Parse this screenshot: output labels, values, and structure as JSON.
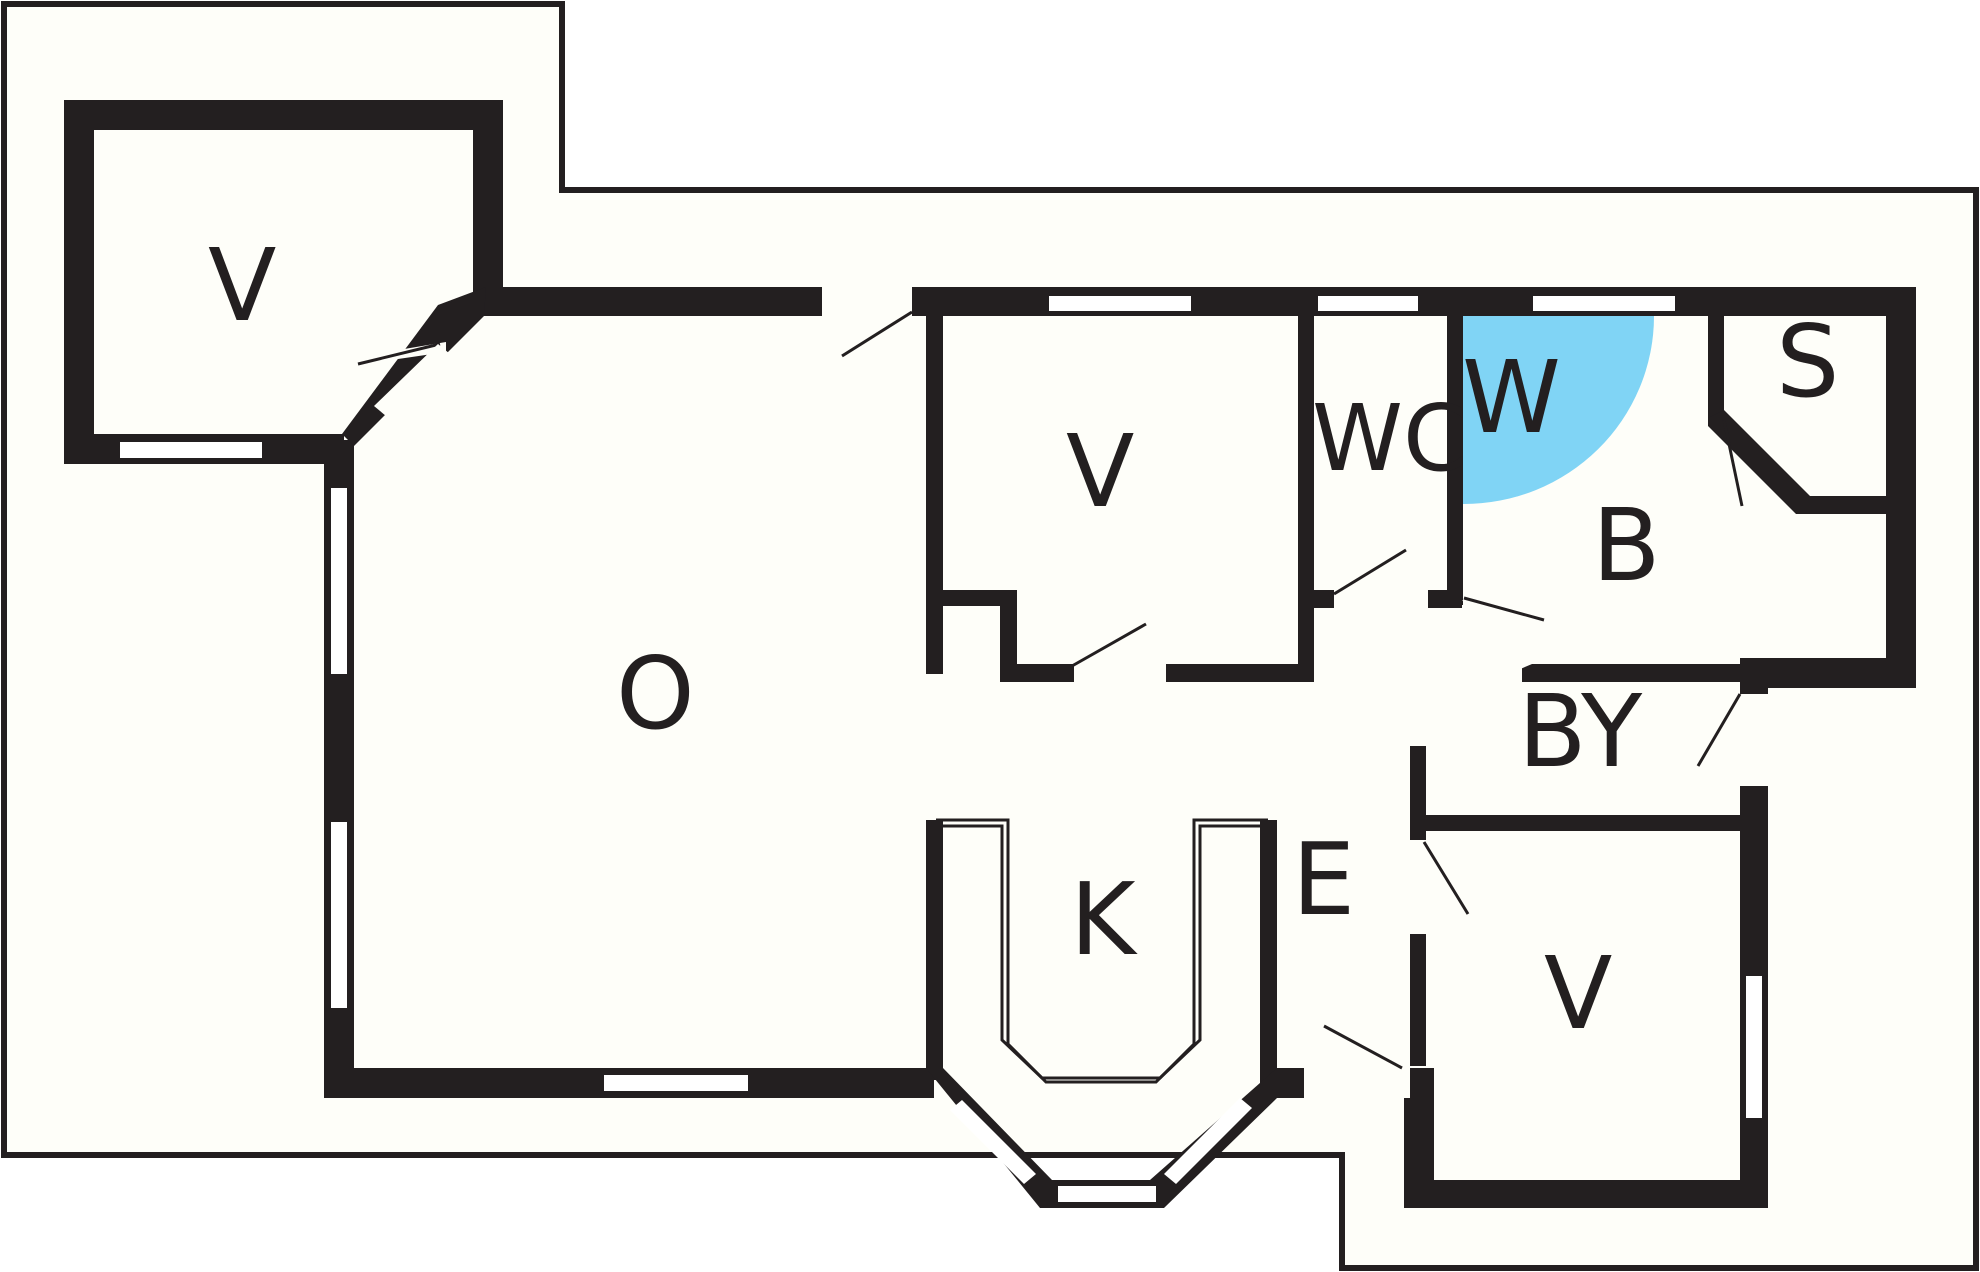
{
  "rooms": {
    "room_v_top_left": "V",
    "room_v_middle": "V",
    "room_wc": "WC",
    "room_w": "W",
    "room_s": "S",
    "room_b": "B",
    "room_o": "O",
    "room_by": "BY",
    "room_k": "K",
    "room_e": "E",
    "room_v_bottom_right": "V"
  },
  "colors": {
    "wall": "#231f20",
    "ground": "#fefef9",
    "washer_area": "#80d4f5"
  }
}
